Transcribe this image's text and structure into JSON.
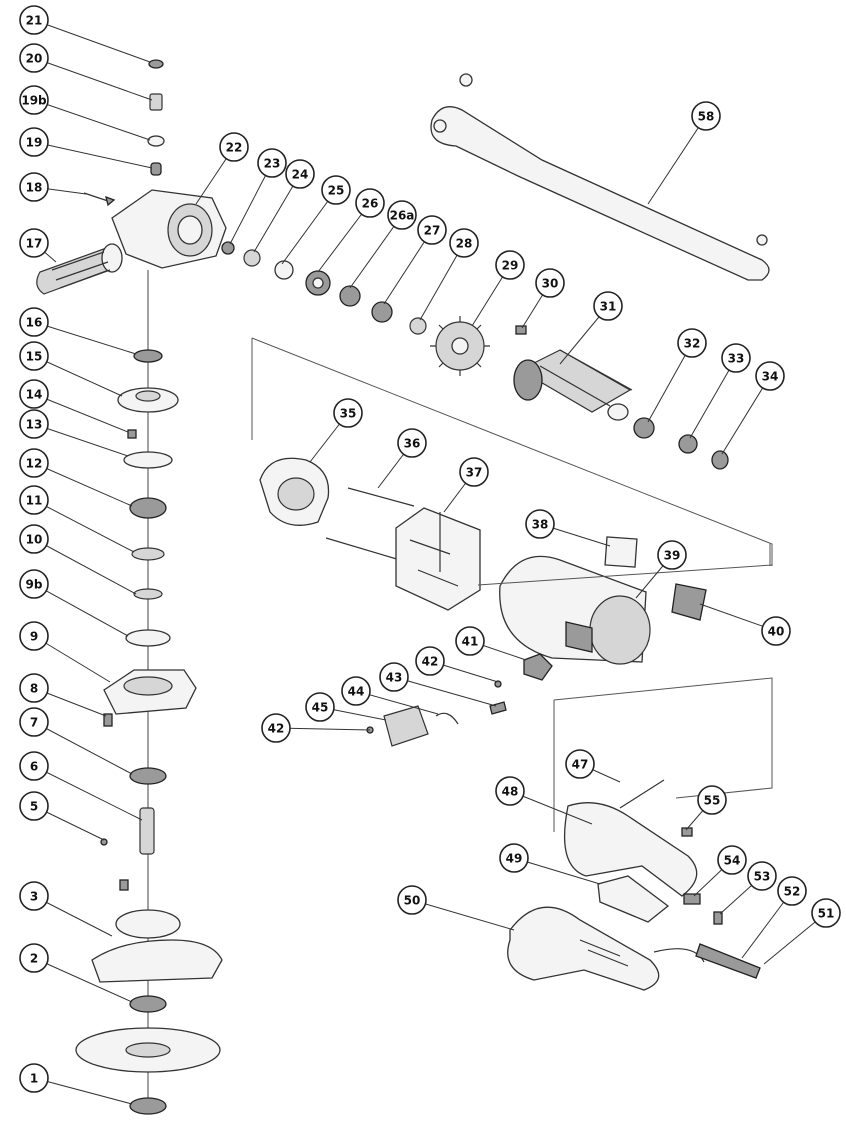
{
  "diagram": {
    "labels": [
      "21",
      "20",
      "19b",
      "19",
      "18",
      "17",
      "16",
      "15",
      "14",
      "13",
      "12",
      "11",
      "10",
      "9b",
      "9",
      "8",
      "7",
      "6",
      "5",
      "3",
      "2",
      "1",
      "22",
      "23",
      "24",
      "25",
      "26",
      "26a",
      "27",
      "28",
      "29",
      "30",
      "31",
      "32",
      "33",
      "34",
      "58",
      "35",
      "36",
      "37",
      "38",
      "39",
      "40",
      "41",
      "42",
      "43",
      "44",
      "45",
      "42",
      "47",
      "48",
      "55",
      "49",
      "54",
      "53",
      "52",
      "50",
      "51"
    ]
  }
}
